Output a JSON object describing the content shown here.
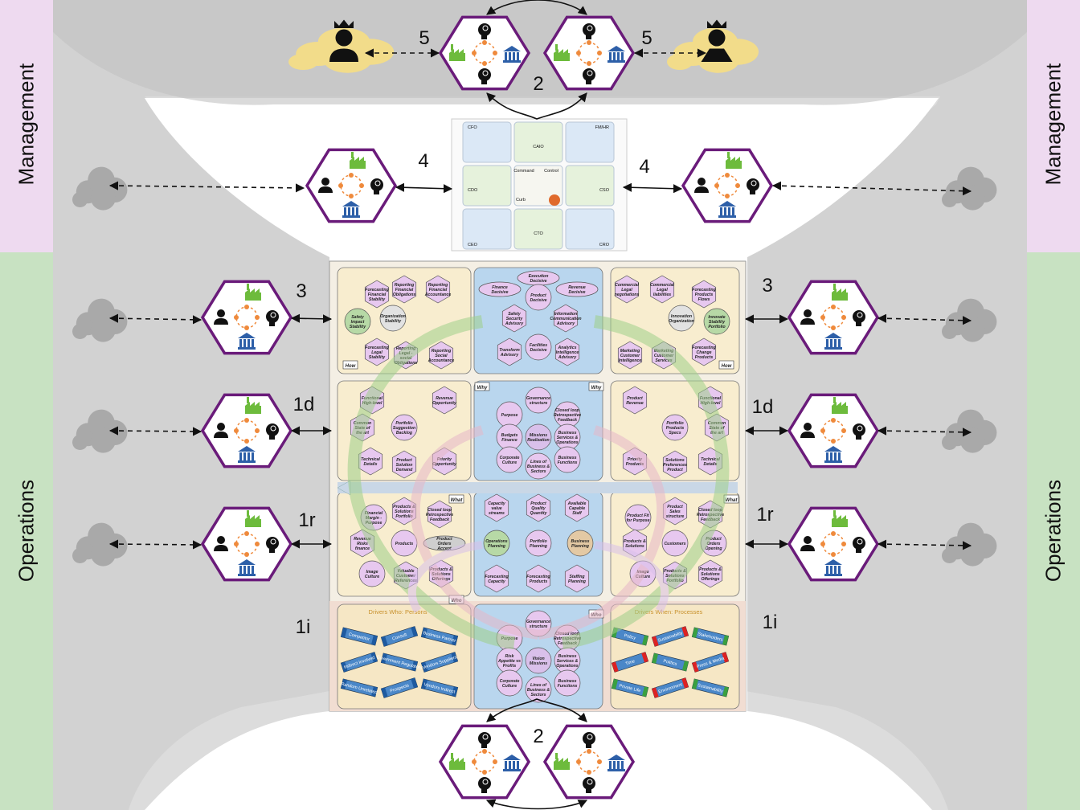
{
  "side_labels": {
    "management_left": "Management",
    "management_right": "Management",
    "operations_left": "Operations",
    "operations_right": "Operations"
  },
  "level_labels": {
    "top_left": "5",
    "top_right": "5",
    "top_center": "2",
    "bottom_center": "2",
    "left_4": "4",
    "right_4": "4",
    "left_3": "3",
    "right_3": "3",
    "left_1d": "1d",
    "right_1d": "1d",
    "left_1r": "1r",
    "right_1r": "1r",
    "left_1i": "1i",
    "right_1i": "1i"
  },
  "roles_grid": {
    "cfo": "CFO",
    "fm_hr": "FM/HR",
    "cdo": "CDO",
    "caio": "CAIO",
    "cso": "CSO",
    "ceo": "CEO",
    "cto": "CTO",
    "cro": "CRO",
    "command": "Command",
    "control": "Control",
    "curb": "Curb"
  },
  "center_rows": {
    "top_center": [
      "Execution Decisive",
      "Finance Decisive",
      "Revenue Decisive",
      "Product Decisive",
      "Safety Security Advisory",
      "Information Communication Advisory",
      "Transform Advisory",
      "Facilities Decisive",
      "Analytics Intelligence Advisory"
    ],
    "top_left": [
      "Forecasting Financial Stability",
      "Reporting Financial Obligations",
      "Reporting Financial Accountance",
      "Safety Impact Stability",
      "Organization Stability",
      "Forecasting Legal Stability",
      "Reporting Legal - social Obligations",
      "Reporting Social Accountance"
    ],
    "top_right": [
      "Commercial Legal negotiations",
      "Commercial Legal liabilities",
      "Forecasting Products Flows",
      "Innovation Organization",
      "Innovate Stability Portfolio",
      "Marketing Customer Intelligence",
      "Marketing Customer Services",
      "Forecasting Change Products"
    ],
    "mid1_center": [
      "Governance structure",
      "Purpose",
      "Closed loop Retrospective Feedback",
      "Budgets Finance",
      "Missions Realization",
      "Business Services & Operations",
      "Corporate Culture",
      "Lines of Business & Sectors",
      "Business Functions"
    ],
    "mid1_left": [
      "Functional High-level",
      "Revenue Opportunity",
      "Common State of the art",
      "Portfolio Suggestion Backlog",
      "Technical Details",
      "Product Solution Demand",
      "Priority Opportunity"
    ],
    "mid1_right": [
      "Product Revenue",
      "Functional High-level",
      "Portfolio Products Specs",
      "Common State of the art",
      "Priority Products",
      "Solutions Preferences Product",
      "Technical Details"
    ],
    "mid2_center": [
      "Capacity value streams",
      "Product Quality Quantity",
      "Available Capable Staff",
      "Operations Planning",
      "Portfolio Planning",
      "Business Planning",
      "Forecasting Capacity",
      "Forecasting Products",
      "Staffing Planning"
    ],
    "mid2_left": [
      "Financial Margin - Purpose",
      "Products & Solutions Portfolio",
      "Closed loop Retrospective Feedback",
      "Revenue Risks finance",
      "Products",
      "Product Orders Accept",
      "Image Culture",
      "Valuable Customer References",
      "Products & Solutions Offerings"
    ],
    "mid2_right": [
      "Product Fit for Purpose",
      "Product Sales structure",
      "Closed loop Retrospective Feedback",
      "Products & Solutions",
      "Customers",
      "Product Orders Opening",
      "Image Culture",
      "Products & Solutions Portfolio",
      "Products & Solutions Offerings"
    ],
    "bottom_center": [
      "Governance structure",
      "Purpose",
      "Closed loop Retrospective Feedback",
      "Risk Appetite vs Profits",
      "Vision Missions",
      "Business Services & Operations",
      "Corporate Culture",
      "Lines of Business & Sectors",
      "Business Functions"
    ],
    "bottom_left_title": "Drivers Who: Persons",
    "bottom_left_tags": [
      "Competitor",
      "Consult",
      "Business Partner",
      "Indirect Involved",
      "Government Regulators",
      "Vendors Suppliers",
      "Random Unrelated",
      "Prospects",
      "Vendors Indirect"
    ],
    "bottom_right_title": "Drivers When: Processes",
    "bottom_right_tags": [
      "Policy",
      "Sustainability",
      "Stakeholders",
      "Time",
      "Politics",
      "Press & Media",
      "Private Life",
      "Environment",
      "Sustainability"
    ],
    "corner_tags": [
      "How",
      "How",
      "Why",
      "Why",
      "What",
      "What",
      "Who",
      "Who"
    ]
  },
  "colors": {
    "management_band": "#eedaf0",
    "operations_band": "#c8e2c2",
    "hexagon_stroke": "#6a1b7a",
    "cloud_yellow": "#f2dc8a",
    "cloud_grey": "#a9a9a9",
    "panel_beige": "#f8edcf",
    "panel_blue": "#b9d6ee",
    "node_pink": "#e7c8ef",
    "node_green": "#b7d9a6",
    "factory_green": "#6dbb3c",
    "bank_blue": "#2d5fa8",
    "ring_orange": "#ef8a3c"
  }
}
